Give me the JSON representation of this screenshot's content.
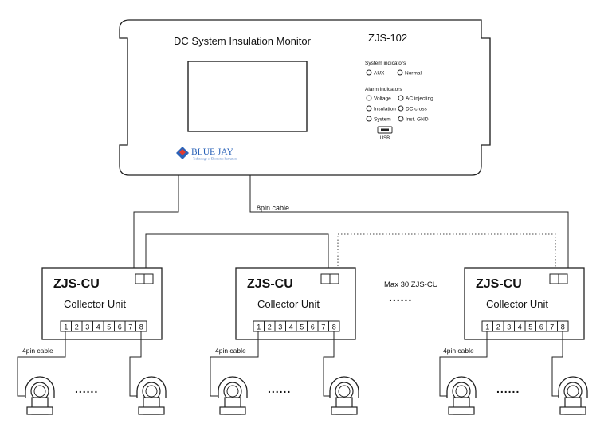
{
  "monitor": {
    "title": "DC System Insulation Monitor",
    "model": "ZJS-102",
    "system_indicators_label": "System indicators",
    "system_indicators": [
      "AUX",
      "Normal"
    ],
    "alarm_indicators_label": "Alarm indicators",
    "alarm_indicators": [
      "Voltage",
      "AC injecting",
      "Insulation",
      "DC cross",
      "System",
      "Inst. GND"
    ],
    "usb_label": "USB",
    "brand_name": "BLUE JAY",
    "brand_tagline": "Technology of Electronic Instrument"
  },
  "cable_8pin_label": "8pin cable",
  "max_units_label": "Max  30 ZJS-CU",
  "ellipsis": "......",
  "collector_units": [
    {
      "model": "ZJS-CU",
      "name": "Collector Unit",
      "cable_label": "4pin cable",
      "terminals": [
        "1",
        "2",
        "3",
        "4",
        "5",
        "6",
        "7",
        "8"
      ]
    },
    {
      "model": "ZJS-CU",
      "name": "Collector Unit",
      "cable_label": "4pin cable",
      "terminals": [
        "1",
        "2",
        "3",
        "4",
        "5",
        "6",
        "7",
        "8"
      ]
    },
    {
      "model": "ZJS-CU",
      "name": "Collector Unit",
      "cable_label": "4pin cable",
      "terminals": [
        "1",
        "2",
        "3",
        "4",
        "5",
        "6",
        "7",
        "8"
      ]
    }
  ]
}
